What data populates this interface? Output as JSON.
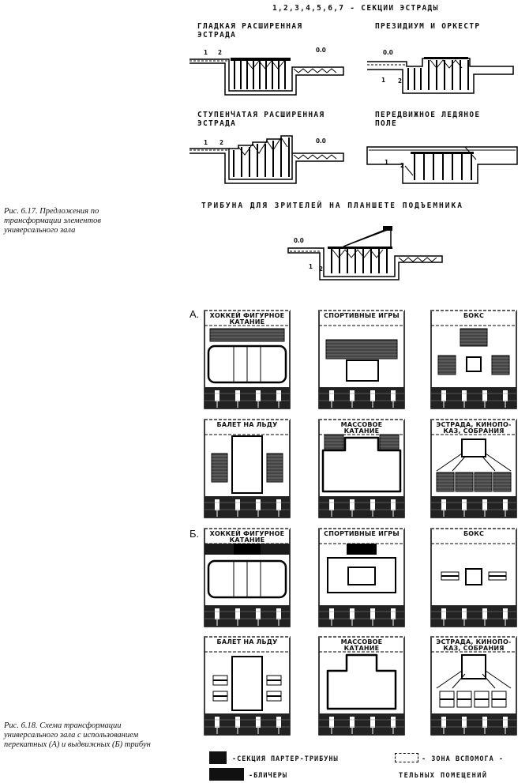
{
  "sections_legend": "1,2,3,4,5,6,7 - СЕКЦИИ ЭСТРАДЫ",
  "diagrams_617": [
    {
      "title_l1": "ГЛАДКАЯ РАСШИРЕННАЯ",
      "title_l2": "ЭСТРАДА",
      "n1": "1",
      "n2": "2",
      "level": "0.0"
    },
    {
      "title_l1": "ПРЕЗИДИУМ И ОРКЕСТР",
      "title_l2": "",
      "n1": "1",
      "n2": "2",
      "level": "0.0"
    },
    {
      "title_l1": "СТУПЕНЧАТАЯ РАСШИРЕННАЯ",
      "title_l2": "ЭСТРАДА",
      "n1": "1",
      "n2": "2",
      "level": "0.0"
    },
    {
      "title_l1": "ПЕРЕДВИЖНОЕ ЛЕДЯНОЕ",
      "title_l2": "ПОЛЕ",
      "n1": "1",
      "n2": "2",
      "level": ""
    }
  ],
  "tribune_title": "ТРИБУНА ДЛЯ ЗРИТЕЛЕЙ НА ПЛАНШЕТЕ ПОДЪЕМНИКА",
  "tribune_level": "0.0",
  "tribune_n1": "1",
  "tribune_n2": "2",
  "caption_617": [
    "Рис. 6.17. Предложения по",
    "трансформации элементов",
    "универсального зала"
  ],
  "group_a_label": "А.",
  "group_b_label": "Б.",
  "panels_a": [
    {
      "l1": "ХОККЕЙ ФИГУРНОЕ",
      "l2": "КАТАНИЕ"
    },
    {
      "l1": "СПОРТИВНЫЕ ИГРЫ",
      "l2": ""
    },
    {
      "l1": "БОКС",
      "l2": ""
    },
    {
      "l1": "БАЛЕТ НА ЛЬДУ",
      "l2": ""
    },
    {
      "l1": "МАССОВОЕ",
      "l2": "КАТАНИЕ"
    },
    {
      "l1": "ЭСТРАДА, КИНОПО-",
      "l2": "КАЗ, СОБРАНИЯ"
    }
  ],
  "panels_b": [
    {
      "l1": "ХОККЕЙ ФИГУРНОЕ",
      "l2": "КАТАНИЕ"
    },
    {
      "l1": "СПОРТИВНЫЕ ИГРЫ",
      "l2": ""
    },
    {
      "l1": "БОКС",
      "l2": ""
    },
    {
      "l1": "БАЛЕТ НА ЛЬДУ",
      "l2": ""
    },
    {
      "l1": "МАССОВОЕ",
      "l2": "КАТАНИЕ"
    },
    {
      "l1": "ЭСТРАДА, КИНОПО-",
      "l2": "КАЗ, СОБРАНИЯ"
    }
  ],
  "caption_618": [
    "Рис. 6.18. Схема трансформации",
    "универсального зала с использованием",
    "перекатных (А) и выдвижных (Б) трибун"
  ],
  "legend": {
    "section_label": "-СЕКЦИЯ ПАРТЕР-ТРИБУНЫ",
    "zone_label_l1": "- ЗОНА ВСПОМОГА -",
    "zone_label_l2": "ТЕЛЬНЫХ ПОМЕЩЕНИЙ",
    "bleachers_label": "-БЛИЧЕРЫ"
  }
}
